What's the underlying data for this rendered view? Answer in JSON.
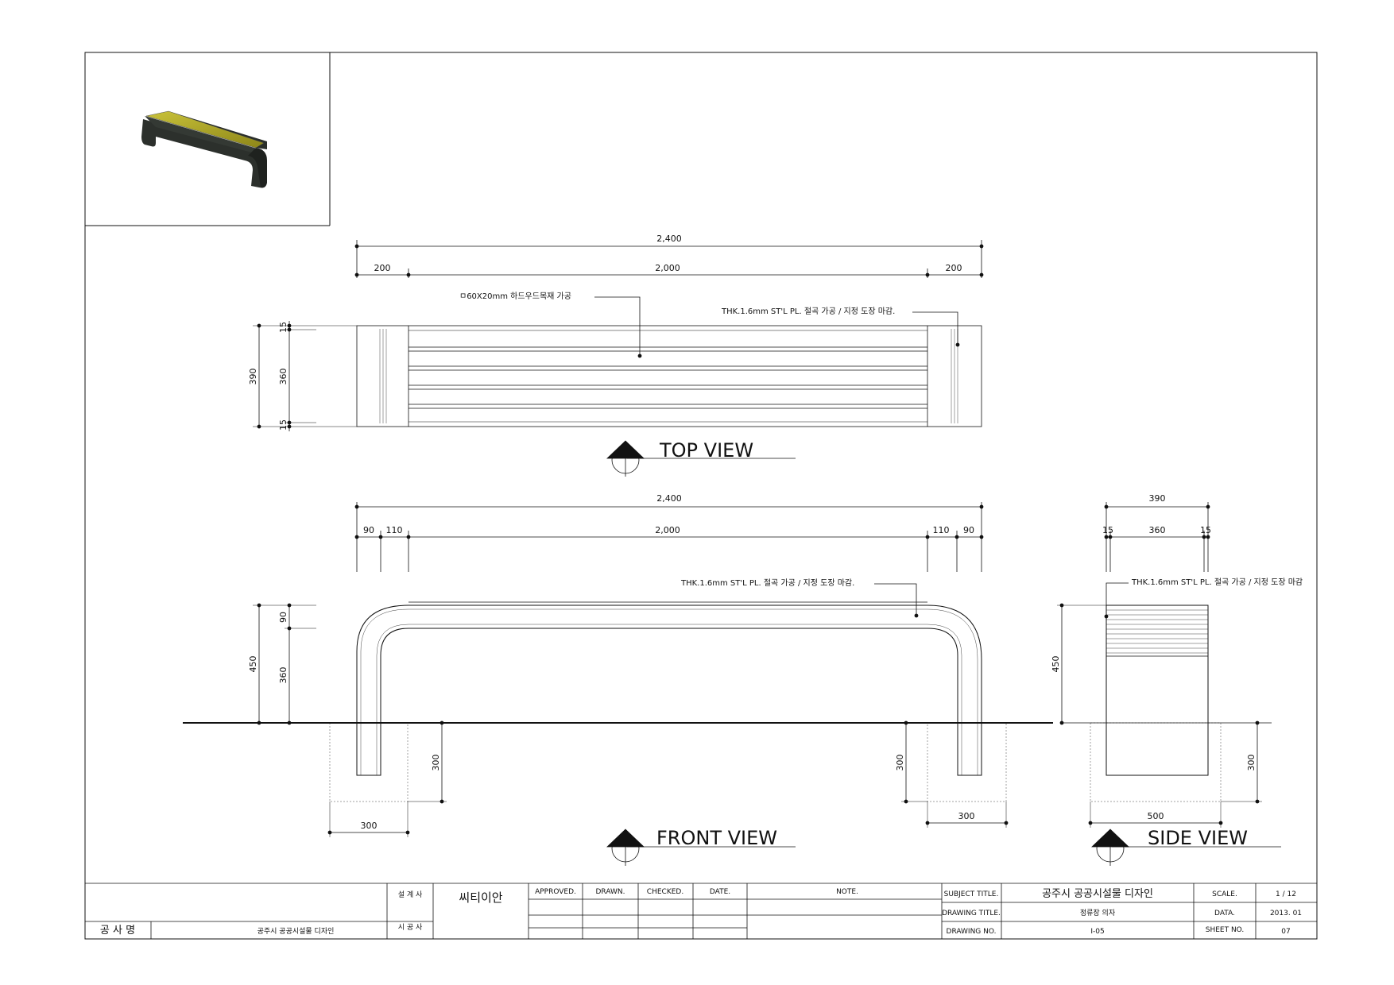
{
  "drawing": {
    "top_view": {
      "title": "TOP VIEW",
      "dims_overall": "2,400",
      "dims_left": "200",
      "dims_mid": "2,000",
      "dims_right": "200",
      "dims_depth": "390",
      "dims_edge_top": "15",
      "dims_inner": "360",
      "dims_edge_bottom": "15",
      "note_wood": "ㅁ60X20mm 하드우드목재 가공",
      "note_steel": "THK.1.6mm ST'L PL. 절곡 가공 / 지정 도장 마감."
    },
    "front_view": {
      "title": "FRONT VIEW",
      "dims_overall": "2,400",
      "dims_l1": "90",
      "dims_l2": "110",
      "dims_mid": "2,000",
      "dims_r2": "110",
      "dims_r1": "90",
      "dims_height": "450",
      "dims_top": "90",
      "dims_leg": "360",
      "dims_footing_depth": "300",
      "dims_footing_left_depth": "300",
      "dims_footing_width_left": "300",
      "dims_footing_width_right": "300",
      "note_steel": "THK.1.6mm ST'L PL. 절곡 가공 / 지정 도장 마감."
    },
    "side_view": {
      "title": "SIDE VIEW",
      "dims_overall": "390",
      "dims_left": "15",
      "dims_mid": "360",
      "dims_right": "15",
      "dims_height": "450",
      "dims_footing_depth": "300",
      "dims_footing_width": "500",
      "note_steel": "THK.1.6mm ST'L PL. 절곡 가공 / 지정 도장 마감"
    }
  },
  "title_block": {
    "designer_label": "설 계 사",
    "designer_value": "씨티이안",
    "builder_label": "시 공 사",
    "project_label": "공 사 명",
    "project_value": "공주시 공공시설물 디자인",
    "approved": "APPROVED.",
    "drawn": "DRAWN.",
    "checked": "CHECKED.",
    "date": "DATE.",
    "note": "NOTE.",
    "subject_title_label": "SUBJECT TITLE.",
    "subject_title_value": "공주시 공공시설물 디자인",
    "drawing_title_label": "DRAWING TITLE.",
    "drawing_title_value": "정류장 의자",
    "drawing_no_label": "DRAWING NO.",
    "drawing_no_value": "I-05",
    "scale_label": "SCALE.",
    "scale_value": "1 / 12",
    "data_label": "DATA.",
    "data_value": "2013. 01",
    "sheet_no_label": "SHEET NO.",
    "sheet_no_value": "07"
  },
  "colors": {
    "line": "#111111",
    "wood": "#b8b020",
    "steel": "#2c302c"
  }
}
